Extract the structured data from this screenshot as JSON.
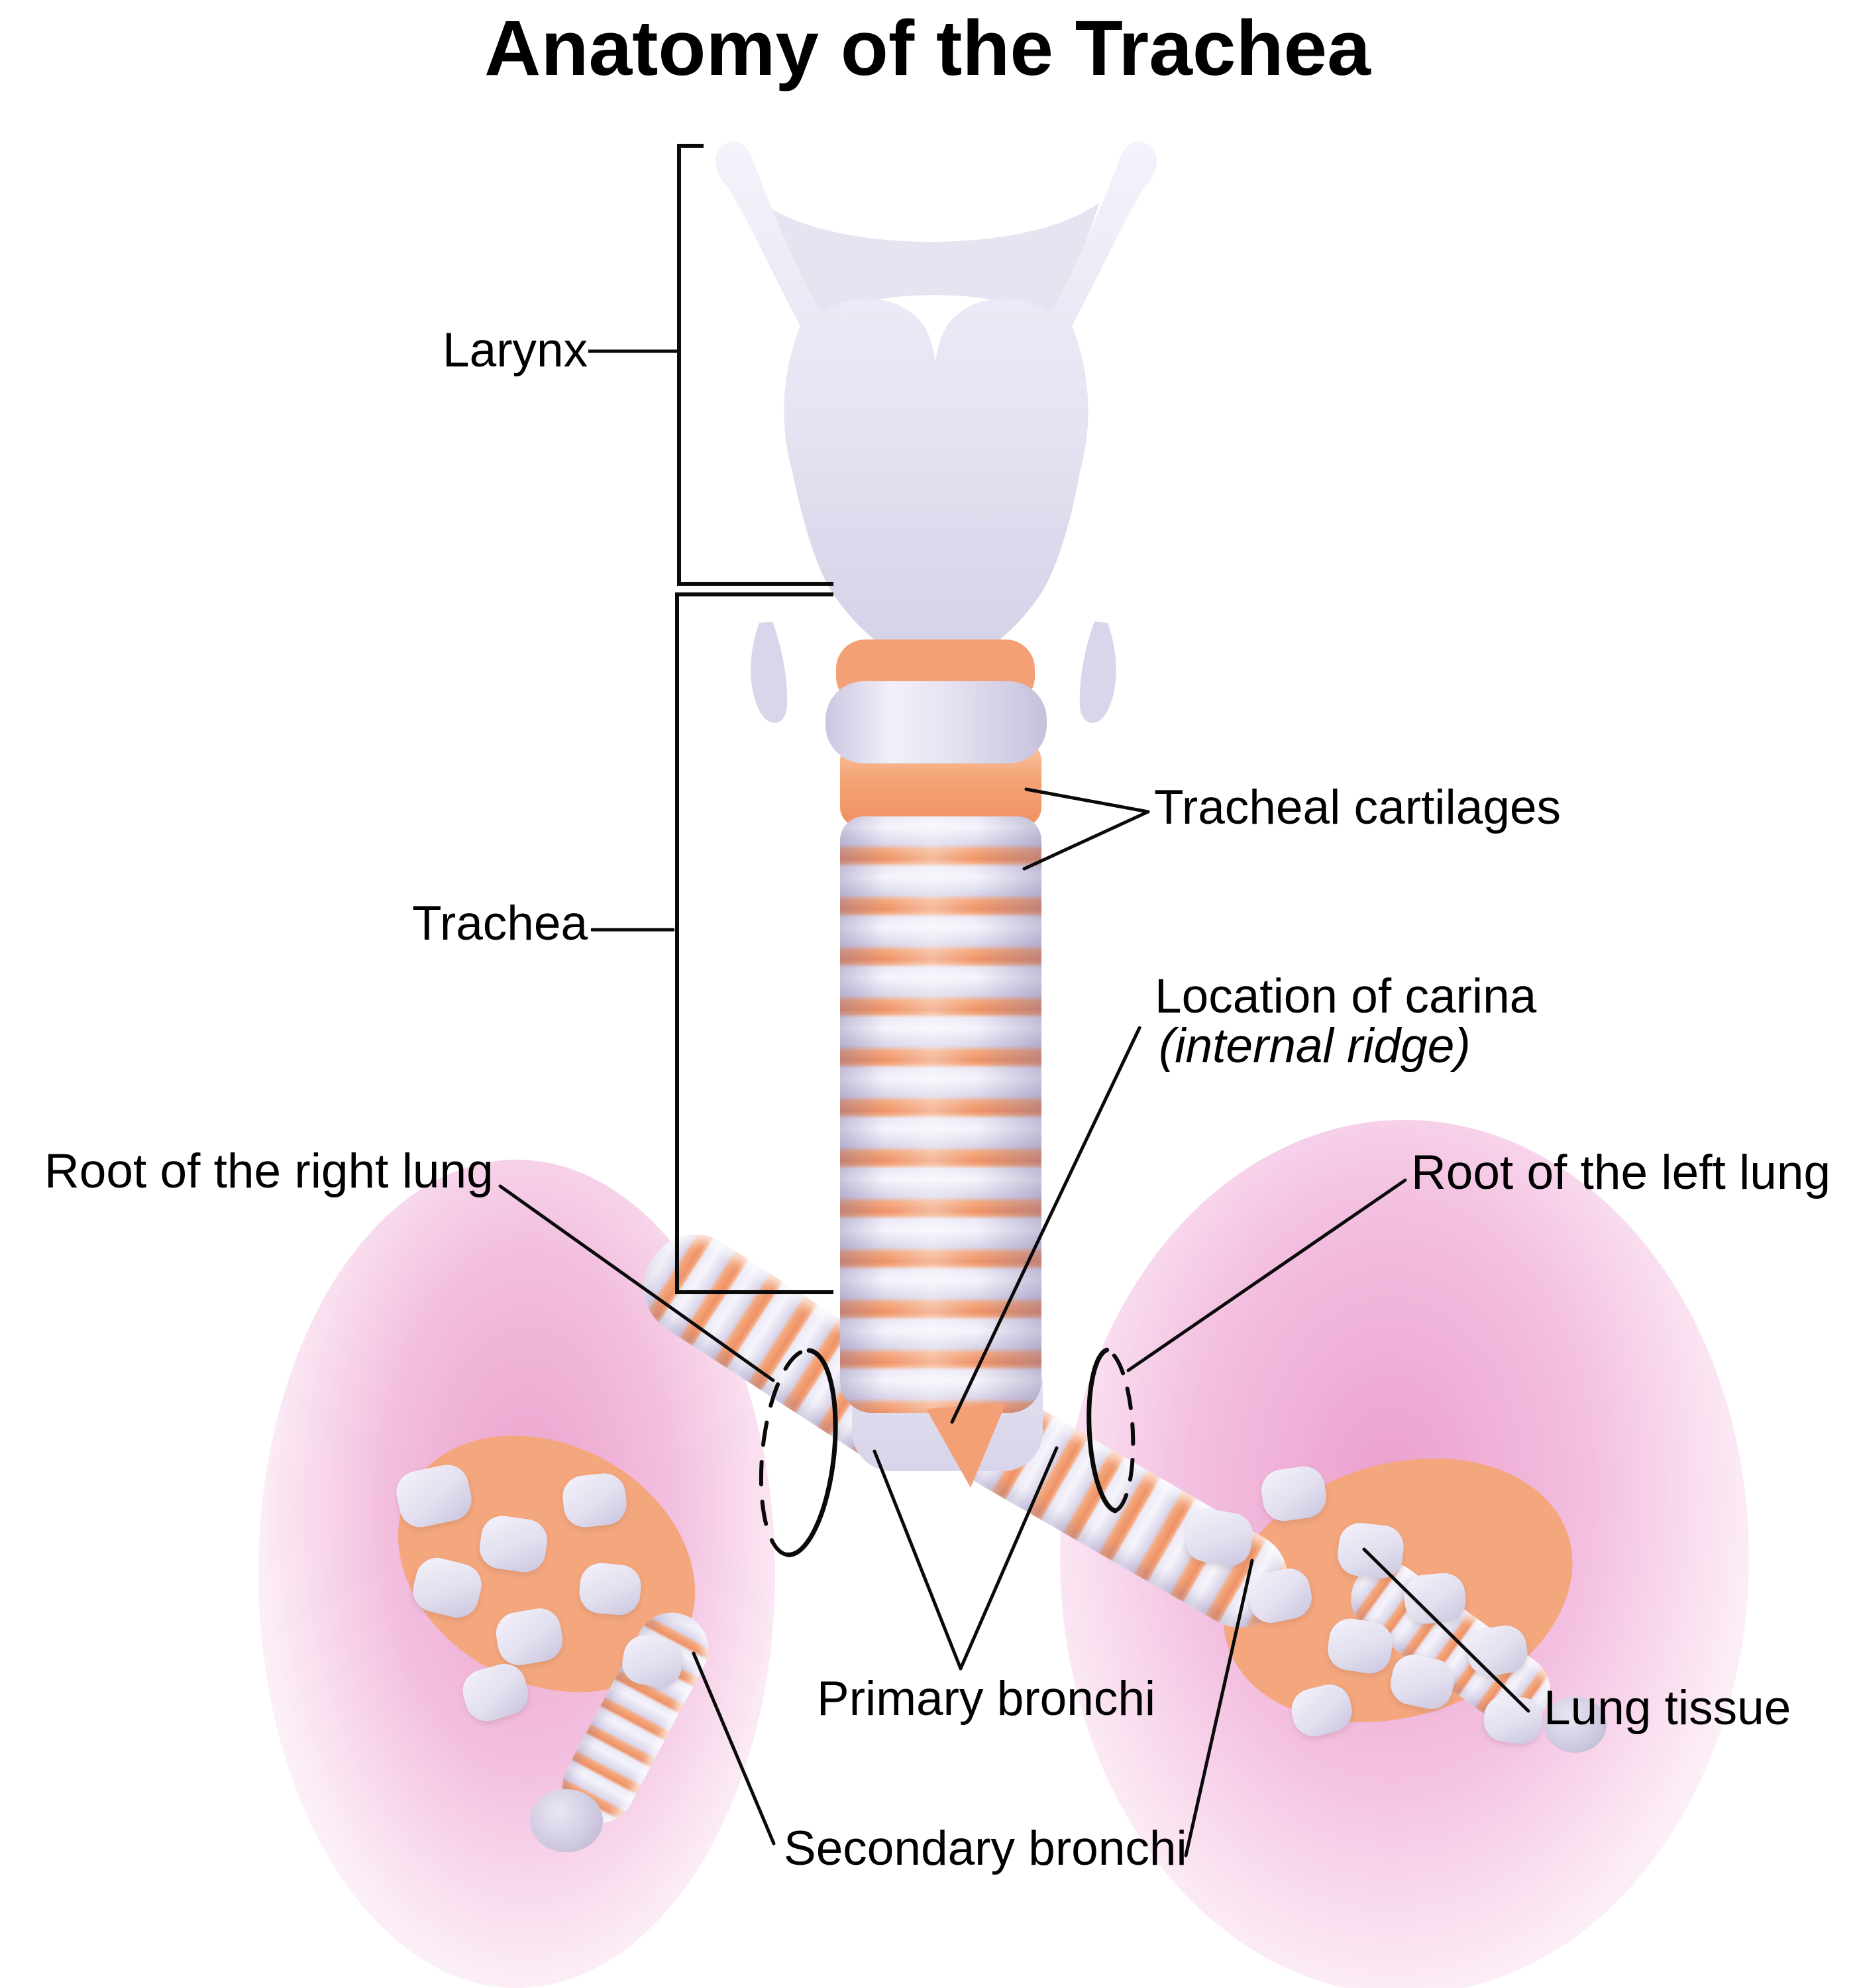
{
  "title": "Anatomy of the Trachea",
  "labels": {
    "larynx": "Larynx",
    "trachea": "Trachea",
    "tracheal_cartilages": "Tracheal cartilages",
    "carina_line1": "Location of carina",
    "carina_line2": "(internal ridge)",
    "root_right_lung": "Root of the right lung",
    "root_left_lung": "Root of the left lung",
    "primary_bronchi": "Primary bronchi",
    "lung_tissue": "Lung tissue",
    "secondary_bronchi": "Secondary bronchi"
  },
  "colors": {
    "background": "#ffffff",
    "text": "#000000",
    "leader_line": "#0a0a0a",
    "cartilage_lavender": "#e7e4f3",
    "ring_gap_salmon": "#f4a67d",
    "lung_pink": "#efaad2"
  }
}
